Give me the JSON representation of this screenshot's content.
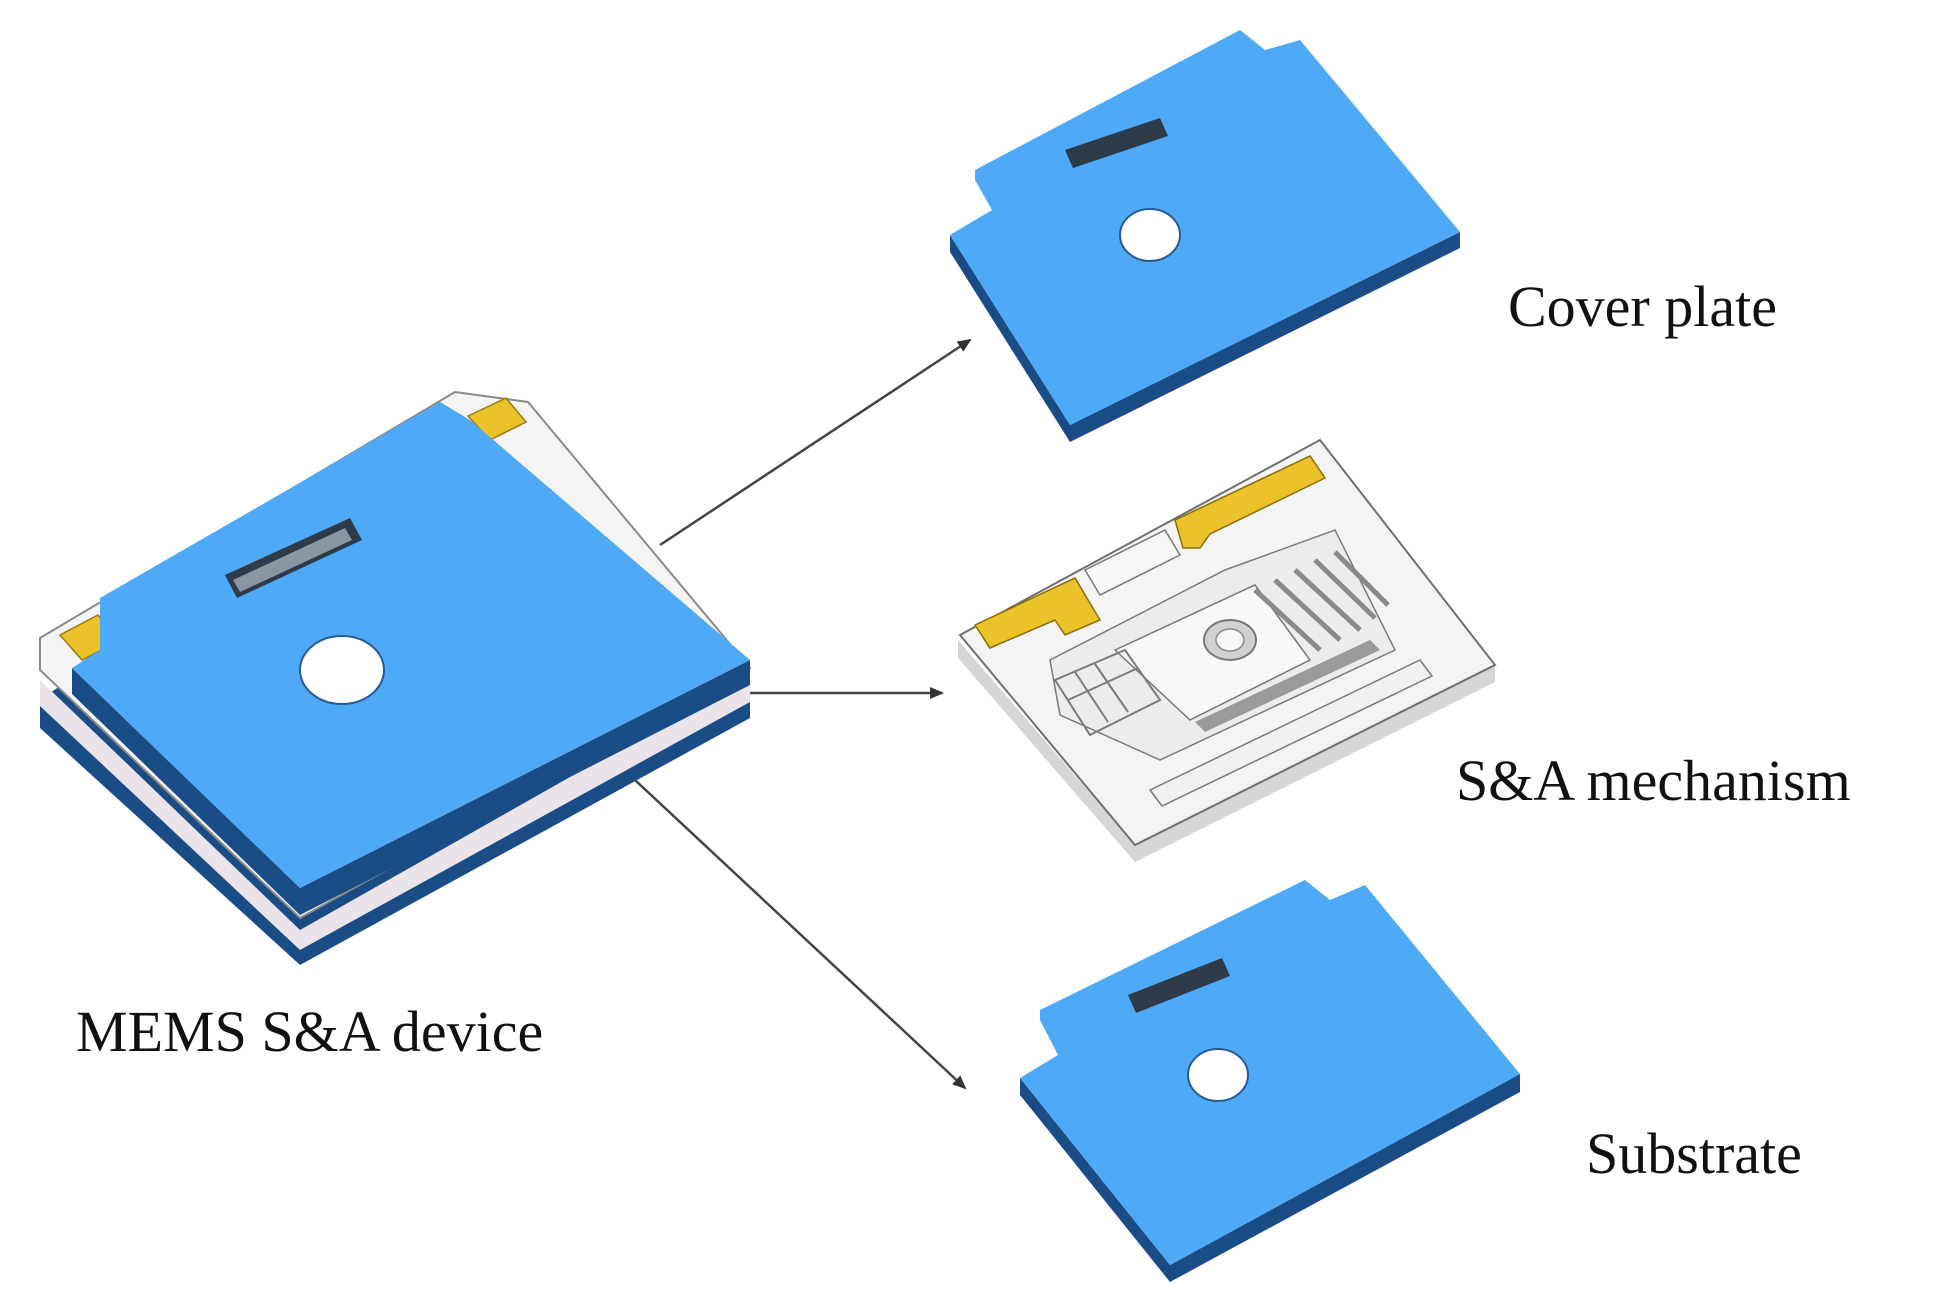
{
  "colors": {
    "blue_top": "#4ea9f6",
    "blue_side": "#1a4d86",
    "gold": "#ecc22a",
    "white_layer": "#f4f4f4",
    "outline": "#6f6f6f",
    "arrow": "#444444"
  },
  "labels": {
    "device": "MEMS S&A device",
    "cover_plate": "Cover plate",
    "mechanism": "S&A mechanism",
    "substrate": "Substrate"
  }
}
